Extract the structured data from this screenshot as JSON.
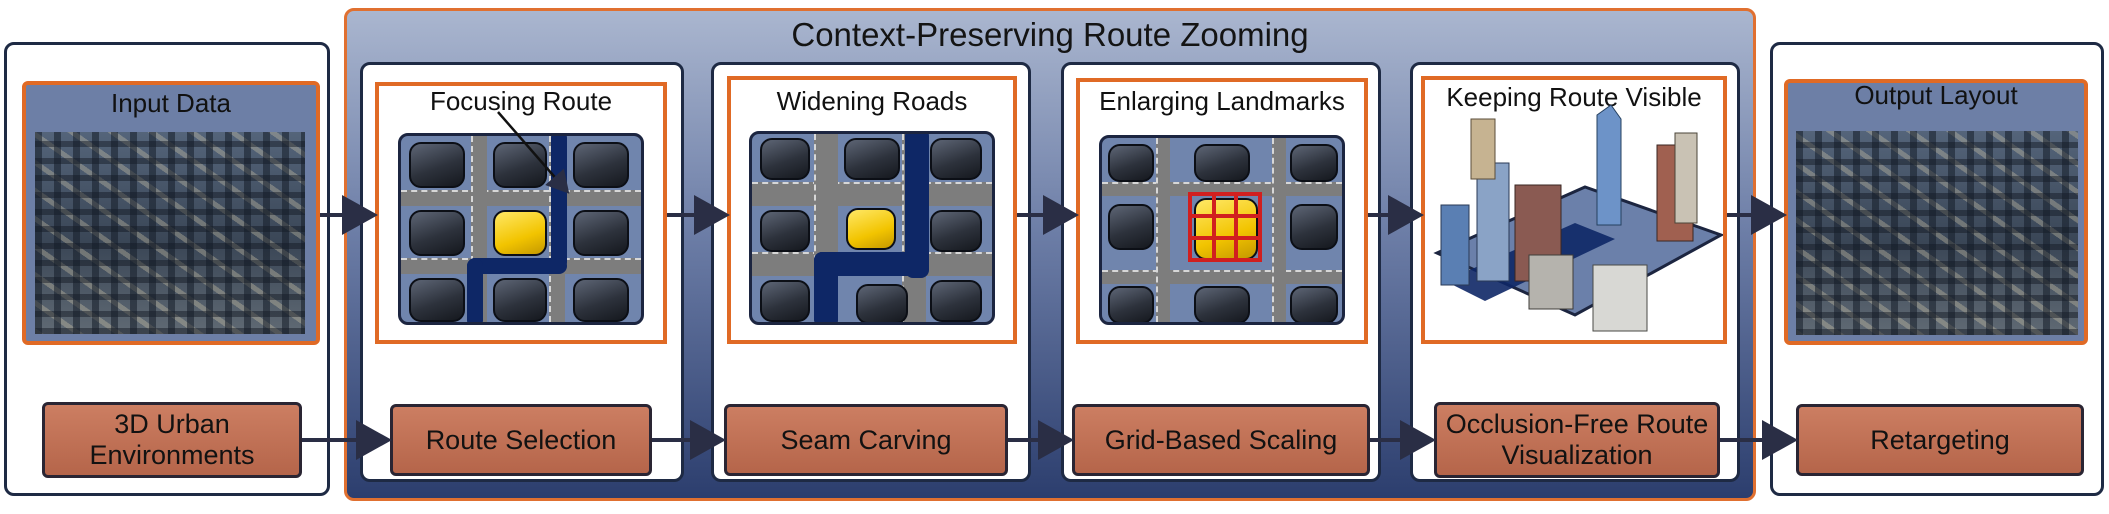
{
  "title": "Context-Preserving Route Zooming",
  "input": {
    "image_title": "Input Data",
    "step": "3D Urban Environments"
  },
  "stages": [
    {
      "image_title": "Focusing Route",
      "step": "Route Selection"
    },
    {
      "image_title": "Widening Roads",
      "step": "Seam Carving"
    },
    {
      "image_title": "Enlarging Landmarks",
      "step": "Grid-Based Scaling"
    },
    {
      "image_title": "Keeping Route Visible",
      "step": "Occlusion-Free Route Visualization"
    }
  ],
  "output": {
    "image_title": "Output Layout",
    "step": "Retargeting"
  },
  "colors": {
    "panel_top": "#aab6cf",
    "panel_bottom": "#2c3e6e",
    "frame_orange": "#e06a25",
    "step_brown": "#b5654a",
    "route_navy": "#0e2766",
    "landmark_gold": "#f2c400",
    "grid_red": "#d11f1f"
  }
}
